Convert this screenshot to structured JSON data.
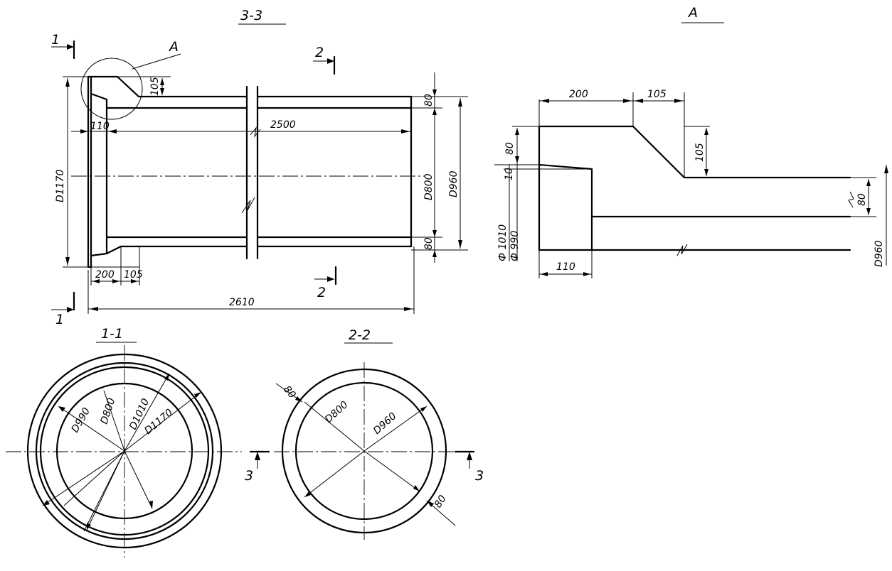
{
  "views": {
    "main": {
      "title": "3-3",
      "callout": "А"
    },
    "detail": {
      "title": "А"
    },
    "section_1": {
      "title": "1-1"
    },
    "section_2": {
      "title": "2-2"
    }
  },
  "cut_marks": {
    "one": "1",
    "two": "2",
    "three": "3"
  },
  "dims": {
    "d1170": "D1170",
    "d800": "D800",
    "d960": "D960",
    "d990": "D990",
    "d1010": "D1010",
    "phi1010": "Ф 1010",
    "phi990": "Ф 990",
    "len2500": "2500",
    "len2610": "2610",
    "w200": "200",
    "w105": "105",
    "w110": "110",
    "w80": "80",
    "w10": "10"
  }
}
